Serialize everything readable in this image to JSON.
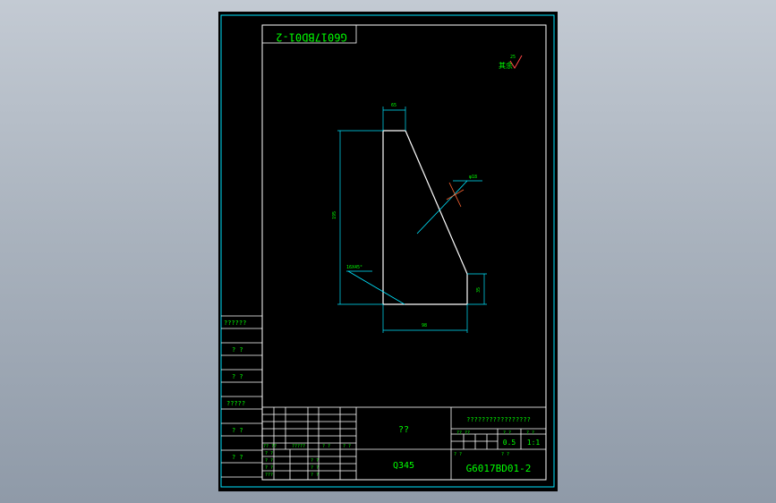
{
  "drawing_number": "G6017BD01-2",
  "drawing_number_mirrored": "G6017BD01-2",
  "material": "Q345",
  "part_name": "??",
  "company_name": "?????????????????",
  "surface_roughness": {
    "label": "其余",
    "value": "25"
  },
  "dimensions": {
    "top_width": "65",
    "left_height": "195",
    "bottom_width": "98",
    "right_height": "35",
    "chamfer_note": "16X45°",
    "hole_note": "φ18"
  },
  "left_strip_labels": [
    "??????",
    "? ?",
    "? ?",
    "?????",
    "? ?",
    "? ?"
  ],
  "title_block": {
    "stage_headers": [
      "?? ??",
      "? ?",
      "? ?"
    ],
    "mass": "0.5",
    "scale": "1:1",
    "row_labels_small": [
      "?? ??",
      "?????",
      "? ?",
      "? ?"
    ],
    "left_col_labels": [
      "? ?",
      "? ?",
      "? ?",
      "???"
    ],
    "mid_col_labels": [
      "? ?",
      "? ?",
      "? ?"
    ],
    "right_small": [
      "? ?",
      "? ?"
    ]
  },
  "colors": {
    "frame": "#00ffff",
    "text": "#00ff00",
    "part": "#ffffff",
    "dimension": "#00ffff",
    "centerline": "#ff6633",
    "roughness": "#ff4444"
  }
}
